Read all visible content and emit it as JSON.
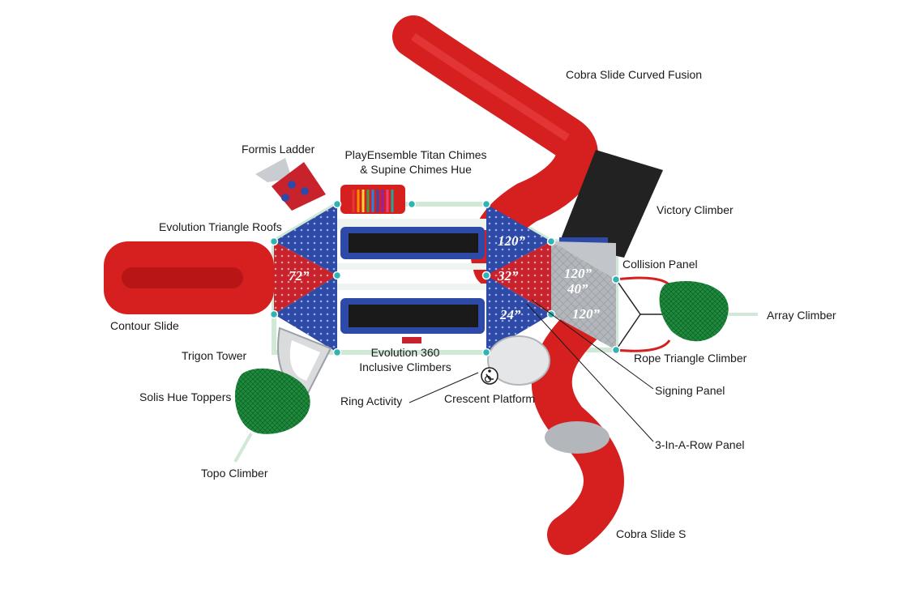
{
  "labels": {
    "cobra_curved": "Cobra Slide Curved Fusion",
    "formis": "Formis Ladder",
    "chimes_line1": "PlayEnsemble Titan Chimes",
    "chimes_line2": "& Supine Chimes Hue",
    "victory": "Victory Climber",
    "evolution_roofs": "Evolution Triangle Roofs",
    "collision": "Collision Panel",
    "array": "Array Climber",
    "contour": "Contour Slide",
    "rope_triangle": "Rope Triangle Climber",
    "trigon": "Trigon Tower",
    "evo360_line1": "Evolution 360",
    "evo360_line2": "Inclusive Climbers",
    "signing": "Signing Panel",
    "solis": "Solis Hue Toppers",
    "ring": "Ring Activity",
    "crescent": "Crescent Platform",
    "three_row": "3-In-A-Row Panel",
    "topo": "Topo Climber",
    "cobra_s": "Cobra Slide S"
  },
  "dimensions": {
    "d72": "72”",
    "d120a": "120”",
    "d32": "32”",
    "d24": "24”",
    "d120b": "120”",
    "d40": "40”",
    "d120c": "120”"
  },
  "colors": {
    "slide_red": "#d62020",
    "deck_blue": "#2e4aa8",
    "deck_red": "#c8232c",
    "deck_gray": "#b3b6ba",
    "climber_green": "#1d8a3c",
    "post_teal": "#2fb3b3",
    "frame_green": "#cfe9d6",
    "victory_black": "#222222"
  },
  "icons": [
    "wheelchair-accessible-icon"
  ]
}
